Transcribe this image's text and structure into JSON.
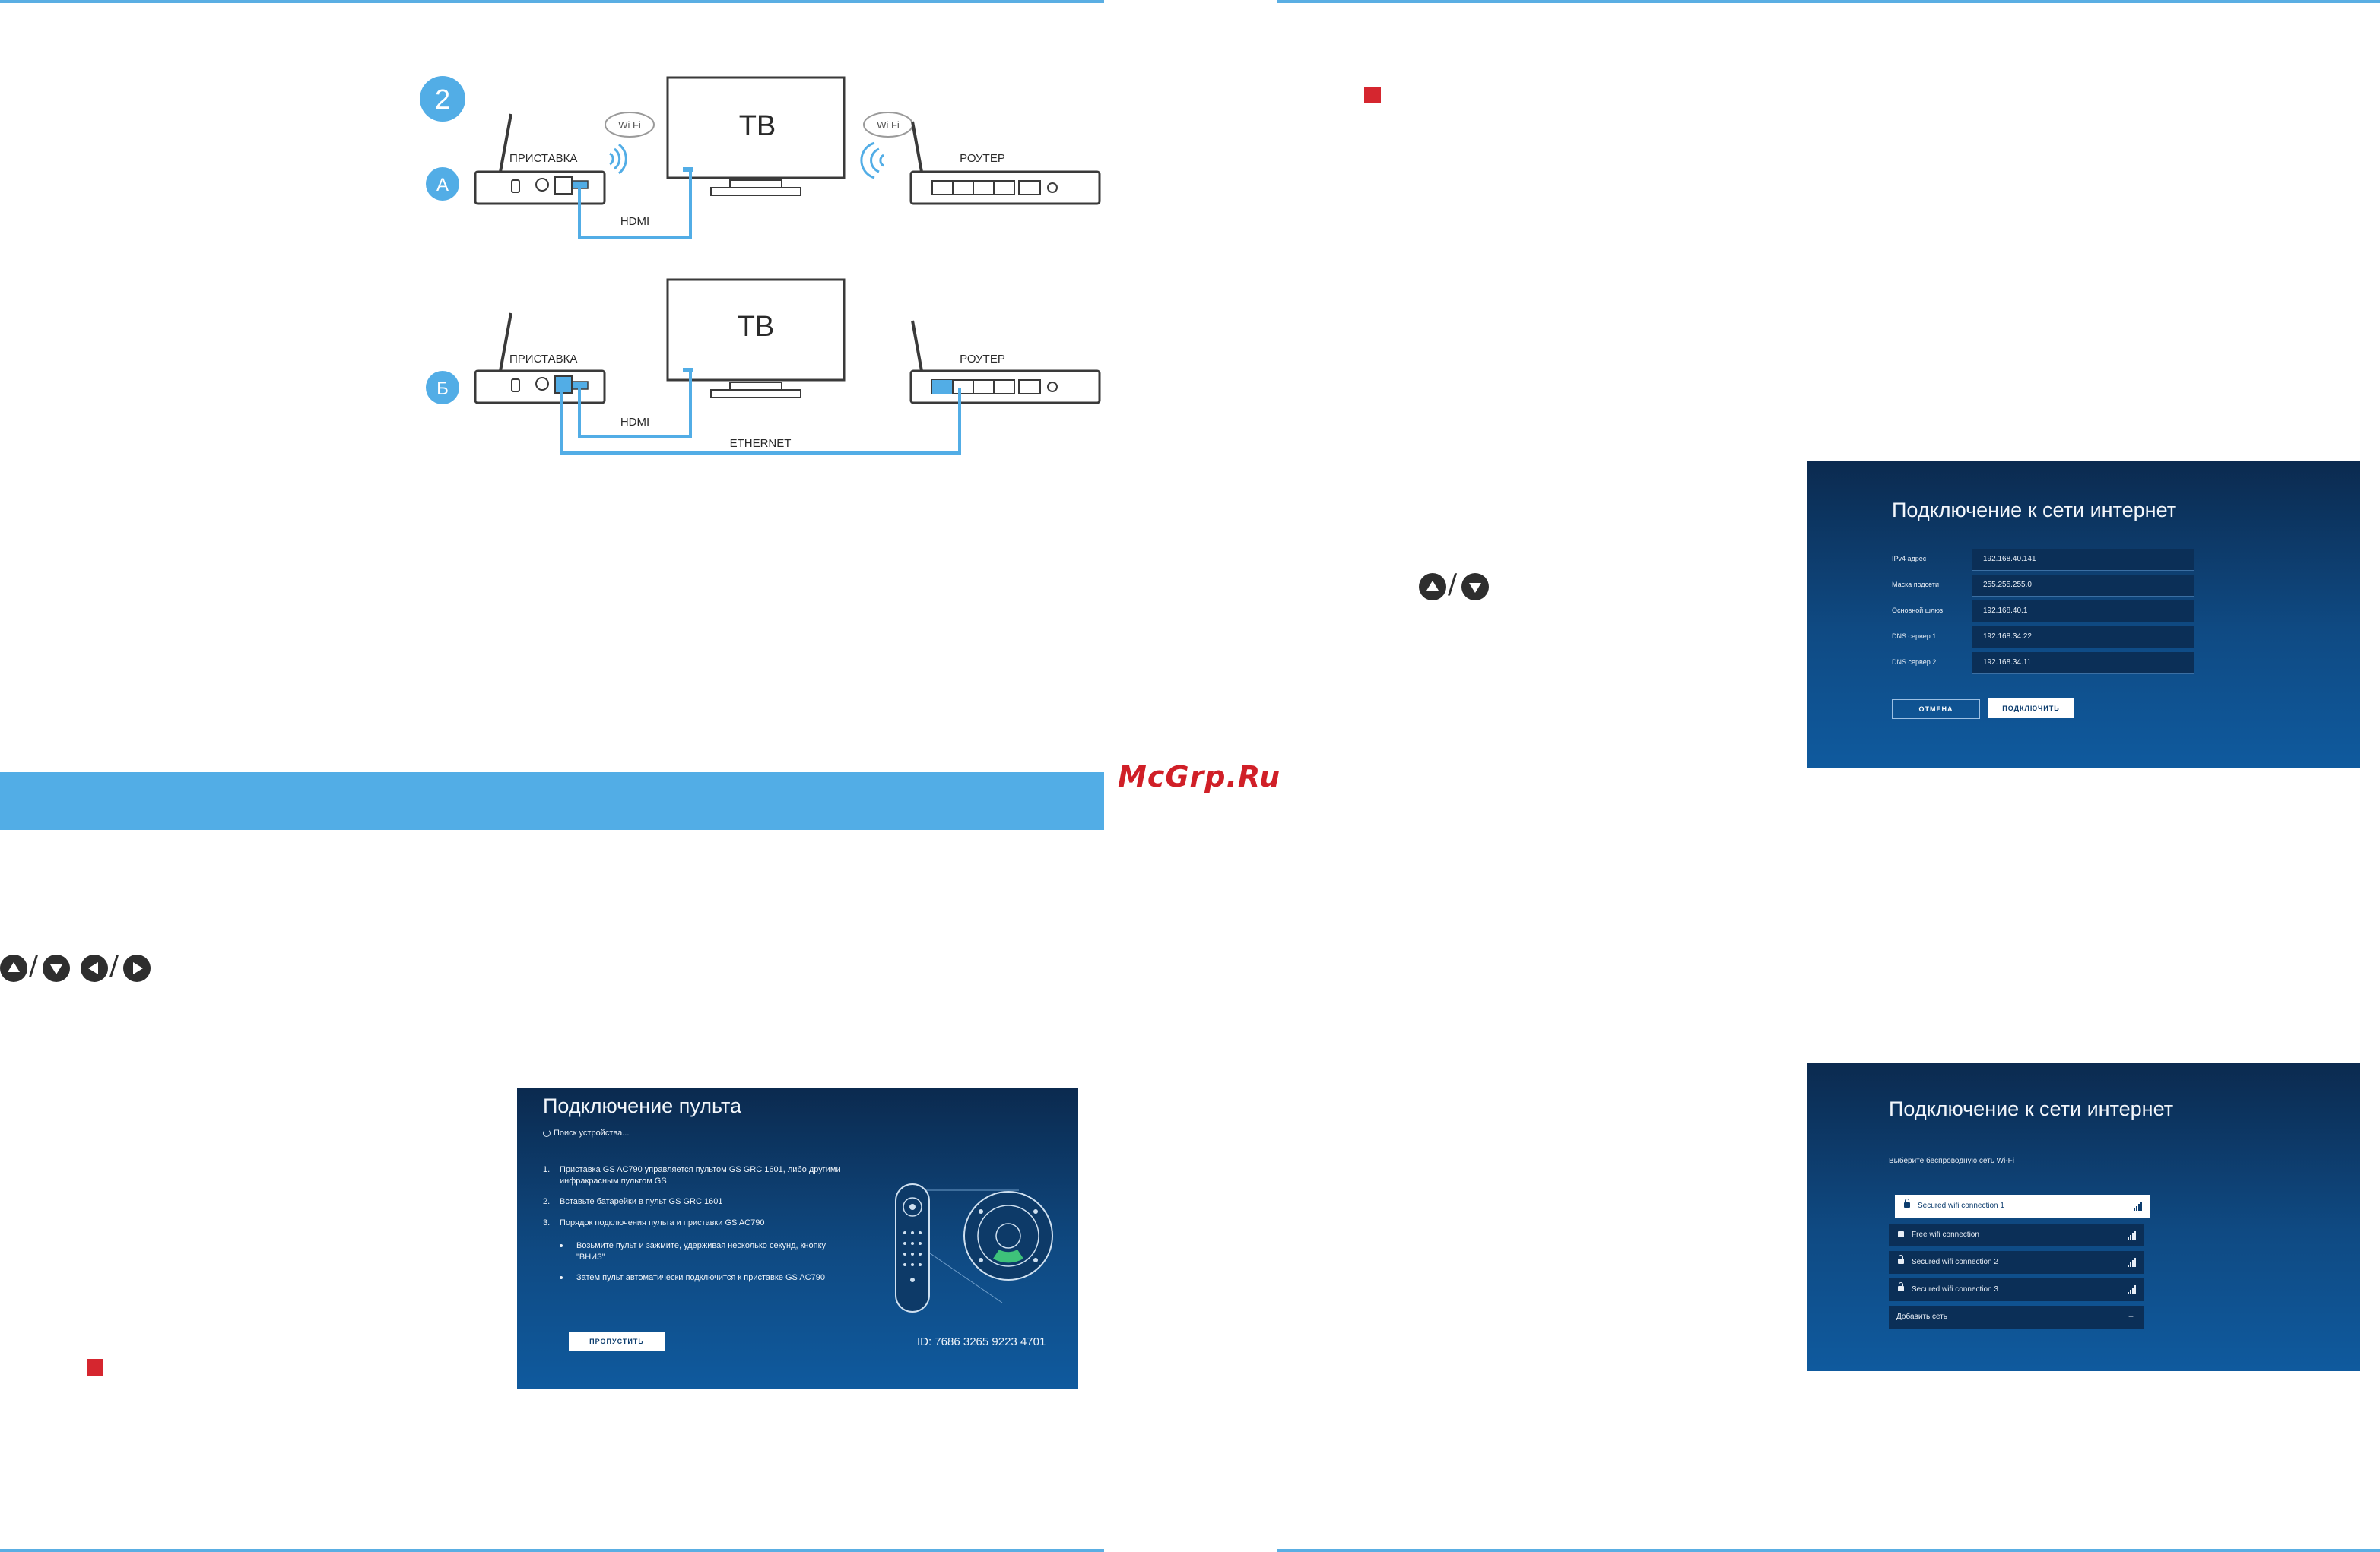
{
  "diagram_a": {
    "step_number": "2",
    "variant": "А",
    "box_label": "ПРИСТАВКА",
    "tv_label": "ТВ",
    "router_label": "РОУТЕР",
    "wifi_label": "Wi Fi",
    "cable_hdmi": "HDMI"
  },
  "diagram_b": {
    "variant": "Б",
    "box_label": "ПРИСТАВКА",
    "tv_label": "ТВ",
    "router_label": "РОУТЕР",
    "cable_hdmi": "HDMI",
    "cable_ethernet": "ETHERNET"
  },
  "watermark": "McGrp.Ru",
  "remote_screen": {
    "title": "Подключение пульта",
    "searching": "Поиск устройства...",
    "items": [
      {
        "num": "1.",
        "text": "Приставка GS AC790 управляется пультом GS GRC 1601, либо другими инфракрасным пультом GS"
      },
      {
        "num": "2.",
        "text": "Вставьте батарейки в пульт GS GRC 1601"
      },
      {
        "num": "3.",
        "text": "Порядок подключения пульта и приставки GS AC790"
      }
    ],
    "bullets": [
      "Возьмите пульт и зажмите, удерживая несколько секунд, кнопку \"ВНИЗ\"",
      "Затем пульт автоматически подключится к приставке GS AC790"
    ],
    "skip_button": "ПРОПУСТИТЬ",
    "device_id": "ID: 7686 3265 9223 4701"
  },
  "ip_screen": {
    "title": "Подключение к сети интернет",
    "rows": [
      {
        "label": "IPv4 адрес",
        "value": "192.168.40.141"
      },
      {
        "label": "Маска подсети",
        "value": "255.255.255.0"
      },
      {
        "label": "Основной шлюз",
        "value": "192.168.40.1"
      },
      {
        "label": "DNS сервер 1",
        "value": "192.168.34.22"
      },
      {
        "label": "DNS сервер 2",
        "value": "192.168.34.11"
      }
    ],
    "cancel_button": "ОТМЕНА",
    "connect_button": "ПОДКЛЮЧИТЬ"
  },
  "wifi_screen": {
    "title": "Подключение к сети интернет",
    "subtitle": "Выберите беспроводную сеть Wi-Fi",
    "networks": [
      {
        "name": "Secured wifi connection 1",
        "secured": true,
        "selected": true
      },
      {
        "name": "Free wifi connection",
        "secured": false,
        "selected": false
      },
      {
        "name": "Secured wifi connection 2",
        "secured": true,
        "selected": false
      },
      {
        "name": "Secured wifi connection 3",
        "secured": true,
        "selected": false
      }
    ],
    "add_network": "Добавить сеть",
    "add_symbol": "+"
  },
  "colors": {
    "rule": "#5aaee3",
    "band": "#52ade6",
    "accent_red": "#d5262f",
    "screen_dark": "#0b2a4f",
    "screen_light": "#0f5a9e"
  }
}
